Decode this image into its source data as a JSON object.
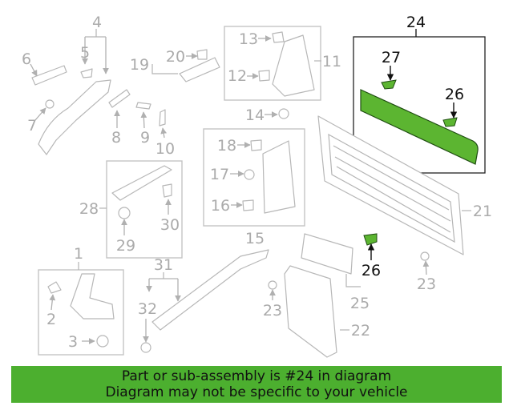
{
  "labels": {
    "c1": "1",
    "c2": "2",
    "c3": "3",
    "c4": "4",
    "c5": "5",
    "c6": "6",
    "c7": "7",
    "c8": "8",
    "c9": "9",
    "c10": "10",
    "c11": "11",
    "c12": "12",
    "c13": "13",
    "c14": "14",
    "c15": "15",
    "c16": "16",
    "c17": "17",
    "c18": "18",
    "c19": "19",
    "c20": "20",
    "c21": "21",
    "c22": "22",
    "c23a": "23",
    "c23b": "23",
    "c24": "24",
    "c25": "25",
    "c26a": "26",
    "c26b": "26",
    "c27": "27",
    "c28": "28",
    "c29": "29",
    "c30": "30",
    "c31": "31",
    "c32": "32"
  },
  "highlight": {
    "part_number": "24",
    "color": "#5cb531",
    "label_color": "#111111",
    "other_label_color": "#ababab"
  },
  "banner": {
    "line1": "Part or sub-assembly is #24 in diagram",
    "line2": "Diagram may not be specific to your vehicle",
    "background": "#4caf2f"
  }
}
